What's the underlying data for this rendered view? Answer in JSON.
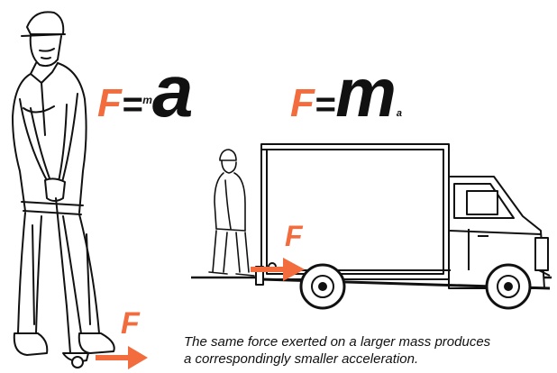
{
  "equation_left": {
    "force": "F",
    "equals": "=",
    "small": "m",
    "big": "a"
  },
  "equation_right": {
    "force": "F",
    "equals": "=",
    "big": "m",
    "small": "a"
  },
  "force_label_golfer": "F",
  "force_label_truck": "F",
  "caption": {
    "line1": "The same force exerted on a larger mass produces",
    "line2": "a correspondingly smaller acceleration."
  },
  "colors": {
    "force": "#f26c3d",
    "ink": "#111111",
    "background": "#ffffff"
  }
}
